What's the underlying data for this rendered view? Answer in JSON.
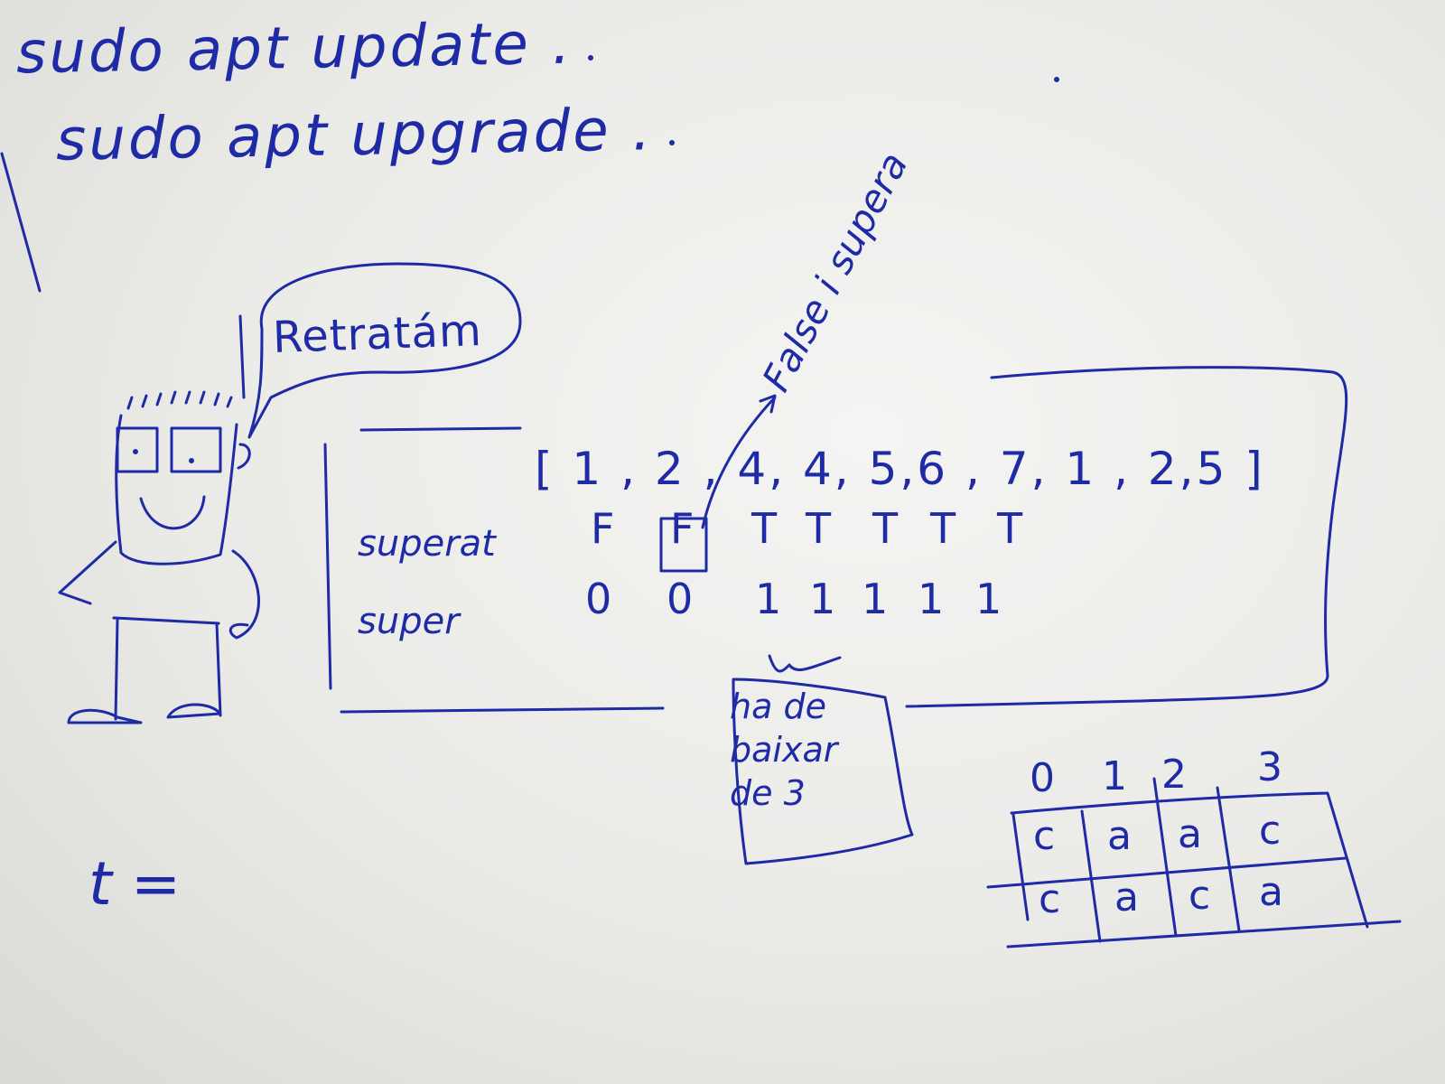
{
  "commands": [
    "sudo apt update .",
    "sudo apt upgrade ."
  ],
  "speech_bubble": "Retratám",
  "arrow_note": "False i supera",
  "array_text": "[ 1 , 2 , 4, 4, 5,6 , 7, 1 , 2,5 ]",
  "row_labels": [
    "superat",
    "super"
  ],
  "superat_values": [
    "F",
    "F",
    "T",
    "T",
    "T",
    "T",
    "T"
  ],
  "super_values": [
    "0",
    "0",
    "1",
    "1",
    "1",
    "1",
    "1"
  ],
  "boxed_note": "ha de baixar de 3",
  "grid": {
    "indices": [
      "0",
      "1",
      "2",
      "3"
    ],
    "rows": [
      [
        "c",
        "a",
        "a",
        "c"
      ],
      [
        "c",
        "a",
        "c",
        "a"
      ]
    ]
  },
  "bottom_expression": "t =",
  "ink_color": "#1f2aa6"
}
